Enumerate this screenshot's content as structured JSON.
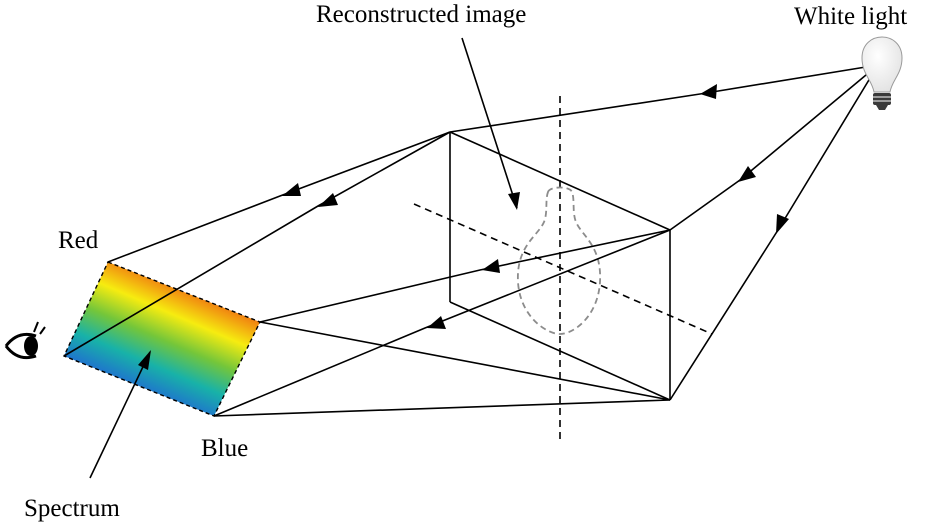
{
  "labels": {
    "reconstructed": "Reconstructed image",
    "white_light": "White light",
    "red": "Red",
    "blue": "Blue",
    "spectrum": "Spectrum"
  },
  "colors": {
    "line": "#000000",
    "ghost": "#8c8c8c",
    "bulb_glass": "#e2e2e2",
    "bulb_base": "#3a3a3a",
    "spectrum": [
      "#d0103a",
      "#f07a10",
      "#f6ec10",
      "#74c63a",
      "#18b2a8",
      "#1f6fd0",
      "#4a2aa8"
    ]
  }
}
